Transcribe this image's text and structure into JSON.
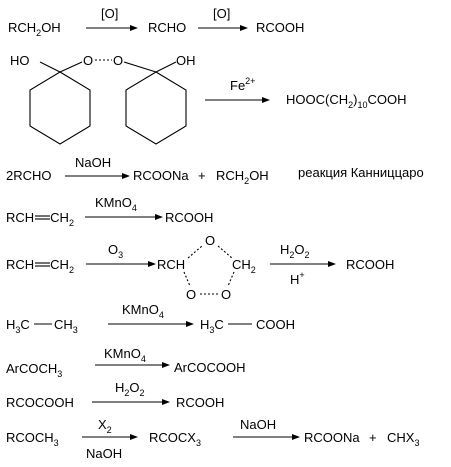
{
  "reactions": [
    {
      "id": "r1",
      "items": [
        {
          "text": "RCH",
          "sub": "2",
          "after": "OH"
        },
        {
          "text": "[O]"
        },
        {
          "text": "RCHO"
        },
        {
          "text": "[O]"
        },
        {
          "text": "RCOOH"
        }
      ]
    },
    {
      "id": "r2",
      "peroxide": {
        "left_oh": "HO",
        "right_oh": "OH",
        "o1": "O",
        "o2": "O"
      },
      "reagent": "Fe",
      "reagent_sup": "2+",
      "product": {
        "pre": "HOOC(CH",
        "sub1": "2",
        "mid": ")",
        "sub2": "10",
        "post": "COOH"
      }
    },
    {
      "id": "r3",
      "reactant": "2RCHO",
      "reagent": "NaOH",
      "product1": "RCOONa",
      "plus": "+",
      "product2_pre": "RCH",
      "product2_sub": "2",
      "product2_post": "OH",
      "name": "реакция Канниццаро"
    },
    {
      "id": "r4",
      "reactant_pre": "RCH",
      "reactant_post": "CH",
      "reactant_sub": "2",
      "reagent_pre": "KMnO",
      "reagent_sub": "4",
      "product": "RCOOH"
    },
    {
      "id": "r5",
      "reactant_pre": "RCH",
      "reactant_post": "CH",
      "reactant_sub": "2",
      "reagent1_pre": "O",
      "reagent1_sub": "3",
      "ozonide_left": "RCH",
      "ozonide_right_pre": "CH",
      "ozonide_right_sub": "2",
      "ozonide_o": "O",
      "reagent2_pre": "H",
      "reagent2_sub1": "2",
      "reagent2_mid": "O",
      "reagent2_sub2": "2",
      "reagent3": "H",
      "reagent3_sup": "+",
      "product": "RCOOH"
    },
    {
      "id": "r6",
      "reactant_left_pre": "H",
      "reactant_left_sub": "3",
      "reactant_left_post": "C",
      "reactant_right_pre": "CH",
      "reactant_right_sub": "3",
      "reagent_pre": "KMnO",
      "reagent_sub": "4",
      "product_pre": "H",
      "product_sub": "3",
      "product_post": "C",
      "product_right": "COOH"
    },
    {
      "id": "r7",
      "reactant_pre": "ArCOCH",
      "reactant_sub": "3",
      "reagent_pre": "KMnO",
      "reagent_sub": "4",
      "product": "ArCOCOOH"
    },
    {
      "id": "r8",
      "reactant": "RCOCOOH",
      "reagent_pre": "H",
      "reagent_sub1": "2",
      "reagent_mid": "O",
      "reagent_sub2": "2",
      "product": "RCOOH"
    },
    {
      "id": "r9",
      "reactant_pre": "RCOCH",
      "reactant_sub": "3",
      "reagent1_pre": "X",
      "reagent1_sub": "2",
      "reagent1b": "NaOH",
      "intermediate_pre": "RCOCX",
      "intermediate_sub": "3",
      "reagent2": "NaOH",
      "product1": "RCOONa",
      "plus": "+",
      "product2_pre": "CHX",
      "product2_sub": "3"
    }
  ]
}
